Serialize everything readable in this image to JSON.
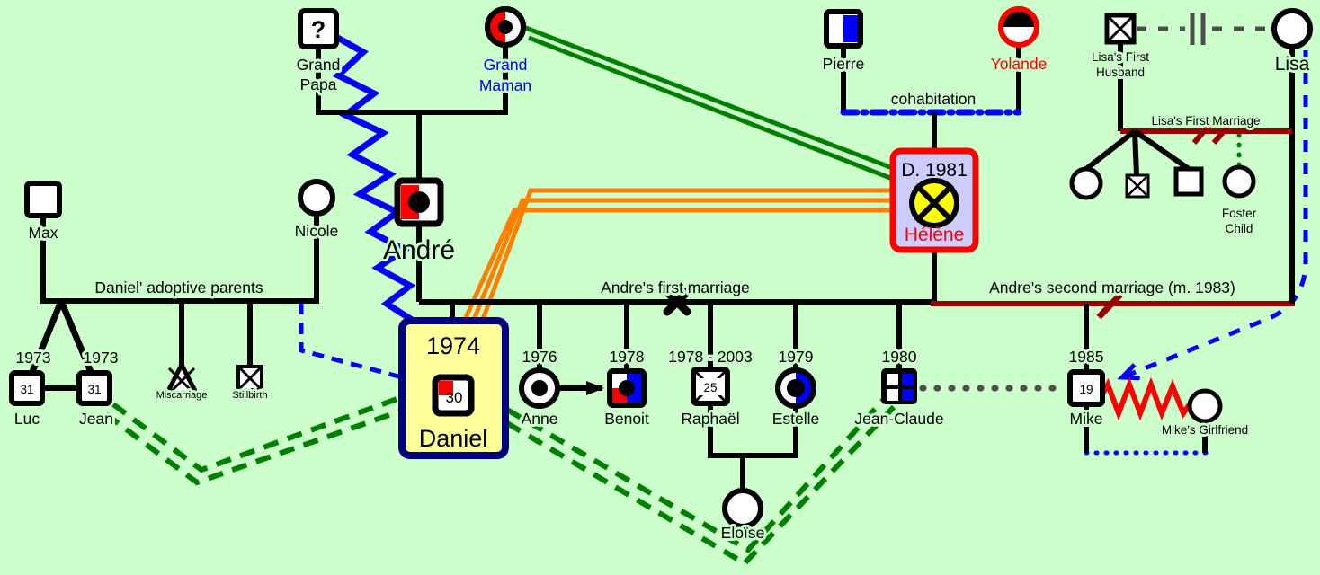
{
  "diagram_type": "genogram family tree",
  "colors": {
    "background": "#ccffcc",
    "line_black": "#000000",
    "blue": "#0000ff",
    "red": "#ff0000",
    "dark_red": "#990000",
    "green": "#008000",
    "orange": "#ff8000",
    "gray": "#4d4d4d",
    "daniel_box_fill": "#ffff99",
    "daniel_box_border": "#000080",
    "helene_box_fill": "#ccccff",
    "helene_box_border": "#ff0000",
    "helene_symbol_fill": "#ffff00"
  },
  "people": {
    "grand_papa": {
      "name_line1": "Grand",
      "name_line2": "Papa",
      "symbol_glyph": "?"
    },
    "grand_maman": {
      "name_line1": "Grand",
      "name_line2": "Maman"
    },
    "pierre": {
      "name": "Pierre"
    },
    "yolande": {
      "name": "Yolande"
    },
    "lisa_first_husband": {
      "name_line1": "Lisa's First",
      "name_line2": "Husband"
    },
    "lisa": {
      "name": "Lisa"
    },
    "max": {
      "name": "Max"
    },
    "nicole": {
      "name": "Nicole"
    },
    "andre": {
      "name": "André"
    },
    "helene": {
      "name": "Hélène",
      "death": "D. 1981"
    },
    "daniel": {
      "name": "Daniel",
      "birth": "1974",
      "age": "30"
    },
    "luc": {
      "name": "Luc",
      "birth": "1973",
      "age": "31"
    },
    "jean": {
      "name": "Jean",
      "birth": "1973",
      "age": "31"
    },
    "miscarriage": {
      "label": "Miscarriage"
    },
    "stillbirth": {
      "label": "Stillbirth"
    },
    "anne": {
      "name": "Anne",
      "birth": "1976"
    },
    "benoit": {
      "name": "Benoit",
      "birth": "1978"
    },
    "raphael": {
      "name": "Raphaël",
      "birth": "1978 - 2003",
      "age": "25"
    },
    "estelle": {
      "name": "Estelle",
      "birth": "1979"
    },
    "jean_claude": {
      "name": "Jean-Claude",
      "birth": "1980"
    },
    "mike": {
      "name": "Mike",
      "birth": "1985",
      "age": "19"
    },
    "mikes_girlfriend": {
      "name": "Mike's Girlfriend"
    },
    "eloise": {
      "name": "Eloïse"
    },
    "foster_child": {
      "name_line1": "Foster",
      "name_line2": "Child"
    }
  },
  "relationships": {
    "cohabitation": "cohabitation",
    "daniels_adoptive_parents": "Daniel' adoptive parents",
    "andres_first_marriage": "Andre's first marriage",
    "andres_second_marriage": "Andre's second marriage (m. 1983)",
    "lisas_first_marriage": "Lisa's First Marriage"
  }
}
